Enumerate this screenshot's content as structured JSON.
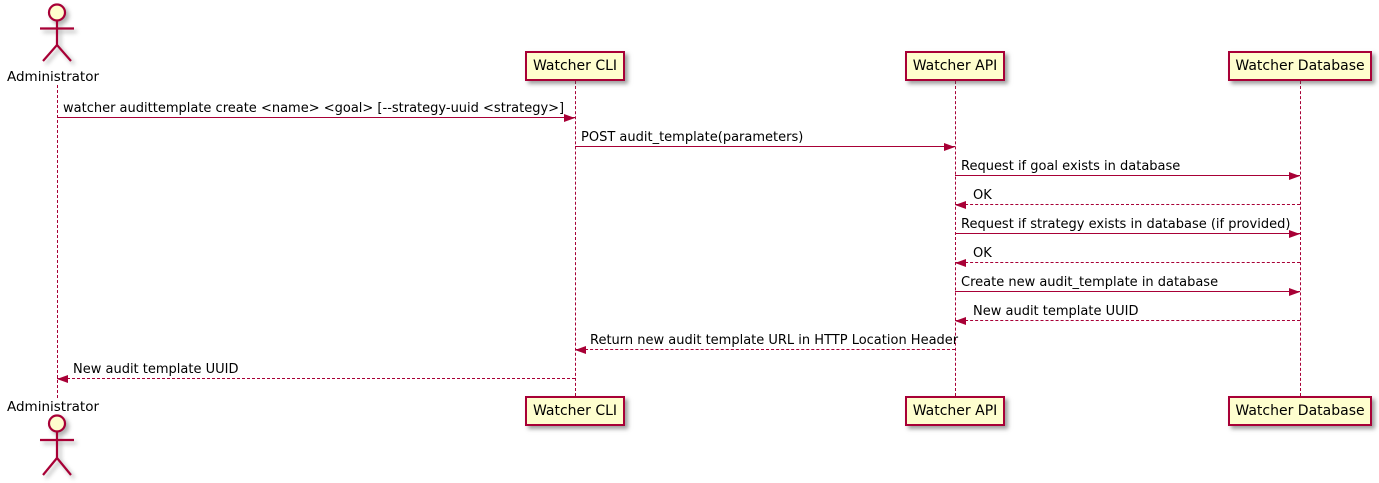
{
  "colors": {
    "accent": "#A80036",
    "participant_fill": "#FEFECE",
    "text": "#000000",
    "background": "#FFFFFF"
  },
  "actor": {
    "label": "Administrator"
  },
  "participants": [
    {
      "label": "Watcher CLI"
    },
    {
      "label": "Watcher API"
    },
    {
      "label": "Watcher Database"
    }
  ],
  "messages": [
    {
      "from": "Administrator",
      "to": "Watcher CLI",
      "line": "solid",
      "direction": "right",
      "label": "watcher audittemplate create <name> <goal> [--strategy-uuid <strategy>]"
    },
    {
      "from": "Watcher CLI",
      "to": "Watcher API",
      "line": "solid",
      "direction": "right",
      "label": "POST audit_template(parameters)"
    },
    {
      "from": "Watcher API",
      "to": "Watcher Database",
      "line": "solid",
      "direction": "right",
      "label": "Request if goal exists in database"
    },
    {
      "from": "Watcher Database",
      "to": "Watcher API",
      "line": "dashed",
      "direction": "left",
      "label": "OK"
    },
    {
      "from": "Watcher API",
      "to": "Watcher Database",
      "line": "solid",
      "direction": "right",
      "label": "Request if strategy exists in database (if provided)"
    },
    {
      "from": "Watcher Database",
      "to": "Watcher API",
      "line": "dashed",
      "direction": "left",
      "label": "OK"
    },
    {
      "from": "Watcher API",
      "to": "Watcher Database",
      "line": "solid",
      "direction": "right",
      "label": "Create new audit_template in database"
    },
    {
      "from": "Watcher Database",
      "to": "Watcher API",
      "line": "dashed",
      "direction": "left",
      "label": "New audit template UUID"
    },
    {
      "from": "Watcher API",
      "to": "Watcher CLI",
      "line": "dashed",
      "direction": "left",
      "label": "Return new audit template URL in HTTP Location Header"
    },
    {
      "from": "Watcher CLI",
      "to": "Administrator",
      "line": "dashed",
      "direction": "left",
      "label": "New audit template UUID"
    }
  ]
}
